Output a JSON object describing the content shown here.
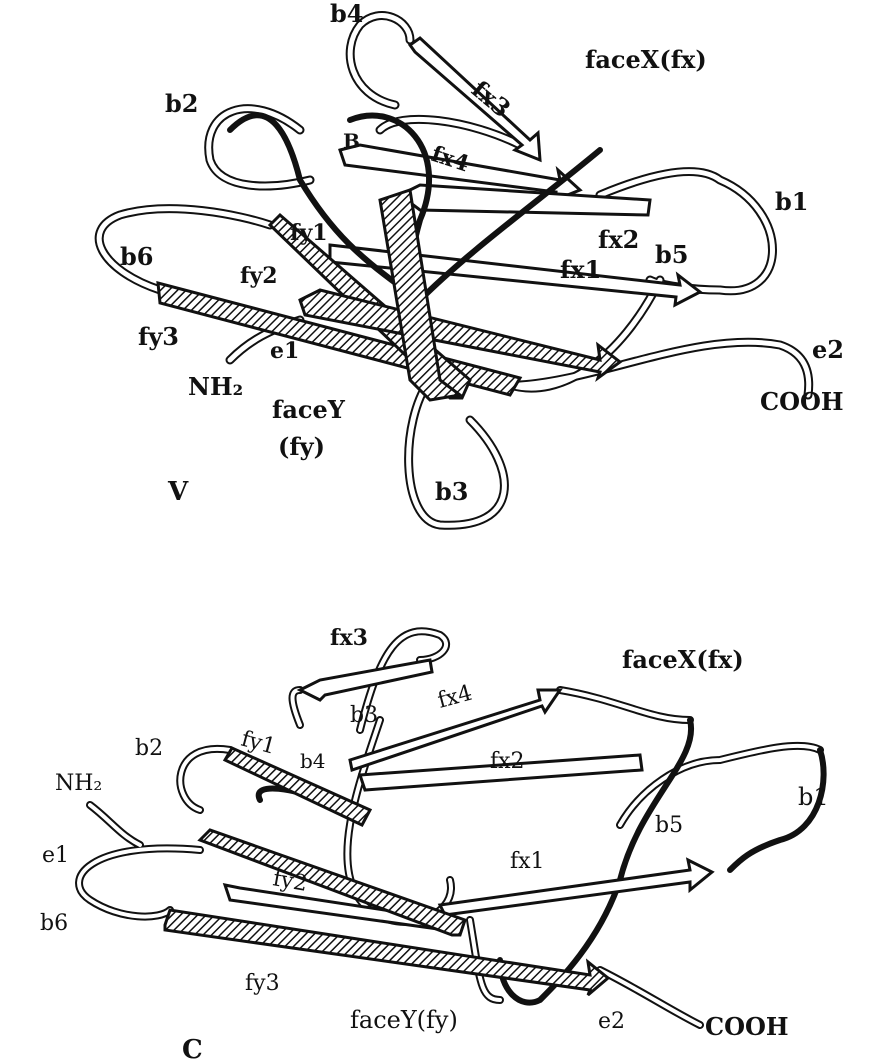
{
  "panel_v": {
    "panel_label": "V",
    "labels": {
      "b4": "b4",
      "fx3": "fx3",
      "faceX": "faceX(fx)",
      "b2": "b2",
      "B": "B",
      "fx4": "fx4",
      "b1": "b1",
      "b6": "b6",
      "fy1": "fy1",
      "fx2": "fx2",
      "fy2": "fy2",
      "fx1": "fx1",
      "b5": "b5",
      "fy3": "fy3",
      "e1": "e1",
      "nh2": "NH₂",
      "e2": "e2",
      "cooh": "COOH",
      "faceY": "faceY",
      "fy": "(fy)",
      "b3": "b3"
    }
  },
  "panel_c": {
    "panel_label": "C",
    "labels": {
      "fx3": "fx3",
      "faceX": "faceX(fx)",
      "fx4": "fx4",
      "b3": "b3",
      "b2": "b2",
      "fy1": "fy1",
      "b4": "b4",
      "fx2": "fx2",
      "nh2": "NH₂",
      "b1": "b1",
      "e1": "e1",
      "b5": "b5",
      "fy2": "fy2",
      "fx1": "fx1",
      "b6": "b6",
      "fy3": "fy3",
      "faceY": "faceY(fy)",
      "e2": "e2",
      "cooh": "COOH"
    }
  },
  "colors": {
    "ink": "#111111",
    "paper": "#ffffff"
  }
}
